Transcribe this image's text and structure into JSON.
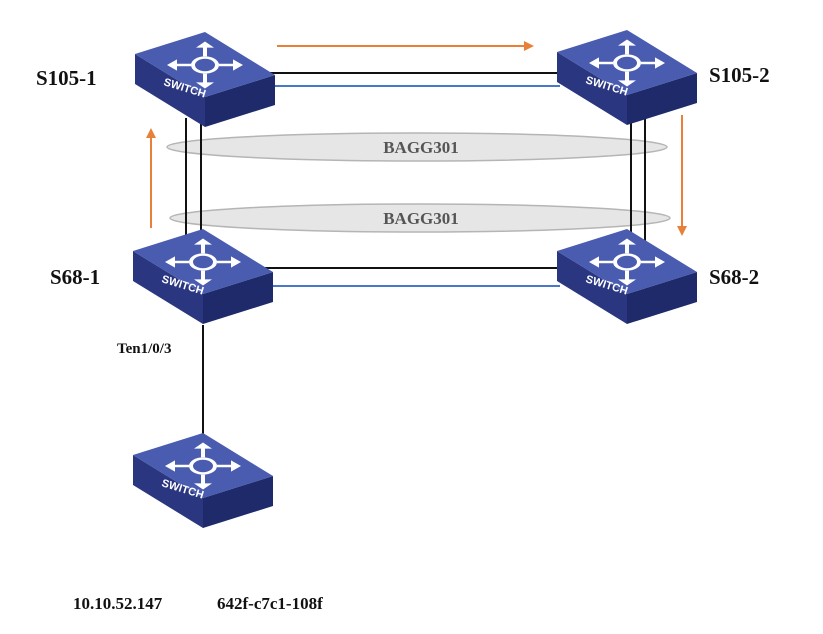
{
  "colors": {
    "switch_top": "#4a5cb0",
    "switch_side_left": "#2a3780",
    "switch_side_right": "#1e2a6a",
    "link_black": "#111111",
    "link_blue": "#4a78c8",
    "arrow_orange": "#e8803a",
    "ellipse_fill": "#e6e6e6",
    "ellipse_stroke": "#b5b5b5"
  },
  "switch_text": "SWITCH",
  "switch_icon": "switch-icon",
  "devices": [
    {
      "id": "s105-1",
      "label": "S105-1"
    },
    {
      "id": "s105-2",
      "label": "S105-2"
    },
    {
      "id": "s68-1",
      "label": "S68-1"
    },
    {
      "id": "s68-2",
      "label": "S68-2"
    },
    {
      "id": "access",
      "label": ""
    }
  ],
  "aggregations": [
    {
      "label": "BAGG301"
    },
    {
      "label": "BAGG301"
    }
  ],
  "port_label": "Ten1/0/3",
  "footer": {
    "ip": "10.10.52.147",
    "mac": "642f-c7c1-108f"
  }
}
